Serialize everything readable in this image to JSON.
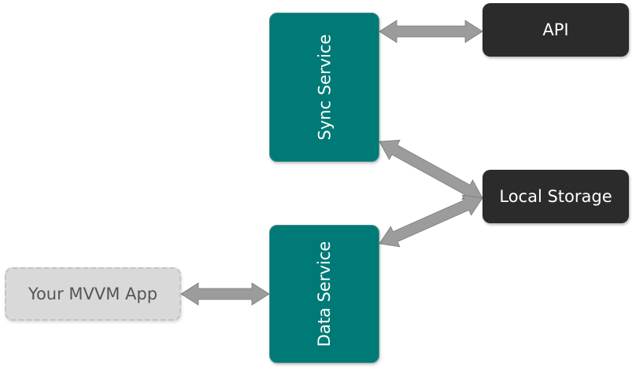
{
  "colors": {
    "service": "#007a76",
    "external": "#2b2b2b",
    "app_fill": "#d9d9d9",
    "app_text": "#555555",
    "arrow_fill": "#9c9c9c",
    "arrow_stroke": "#7a7a7a"
  },
  "nodes": {
    "sync_service": "Sync Service",
    "data_service": "Data Service",
    "api": "API",
    "local_storage": "Local Storage",
    "app": "Your MVVM App"
  },
  "connections": [
    {
      "from": "sync_service",
      "to": "api",
      "type": "bidirectional"
    },
    {
      "from": "sync_service",
      "to": "local_storage",
      "type": "bidirectional"
    },
    {
      "from": "data_service",
      "to": "local_storage",
      "type": "bidirectional"
    },
    {
      "from": "app",
      "to": "data_service",
      "type": "bidirectional"
    }
  ]
}
